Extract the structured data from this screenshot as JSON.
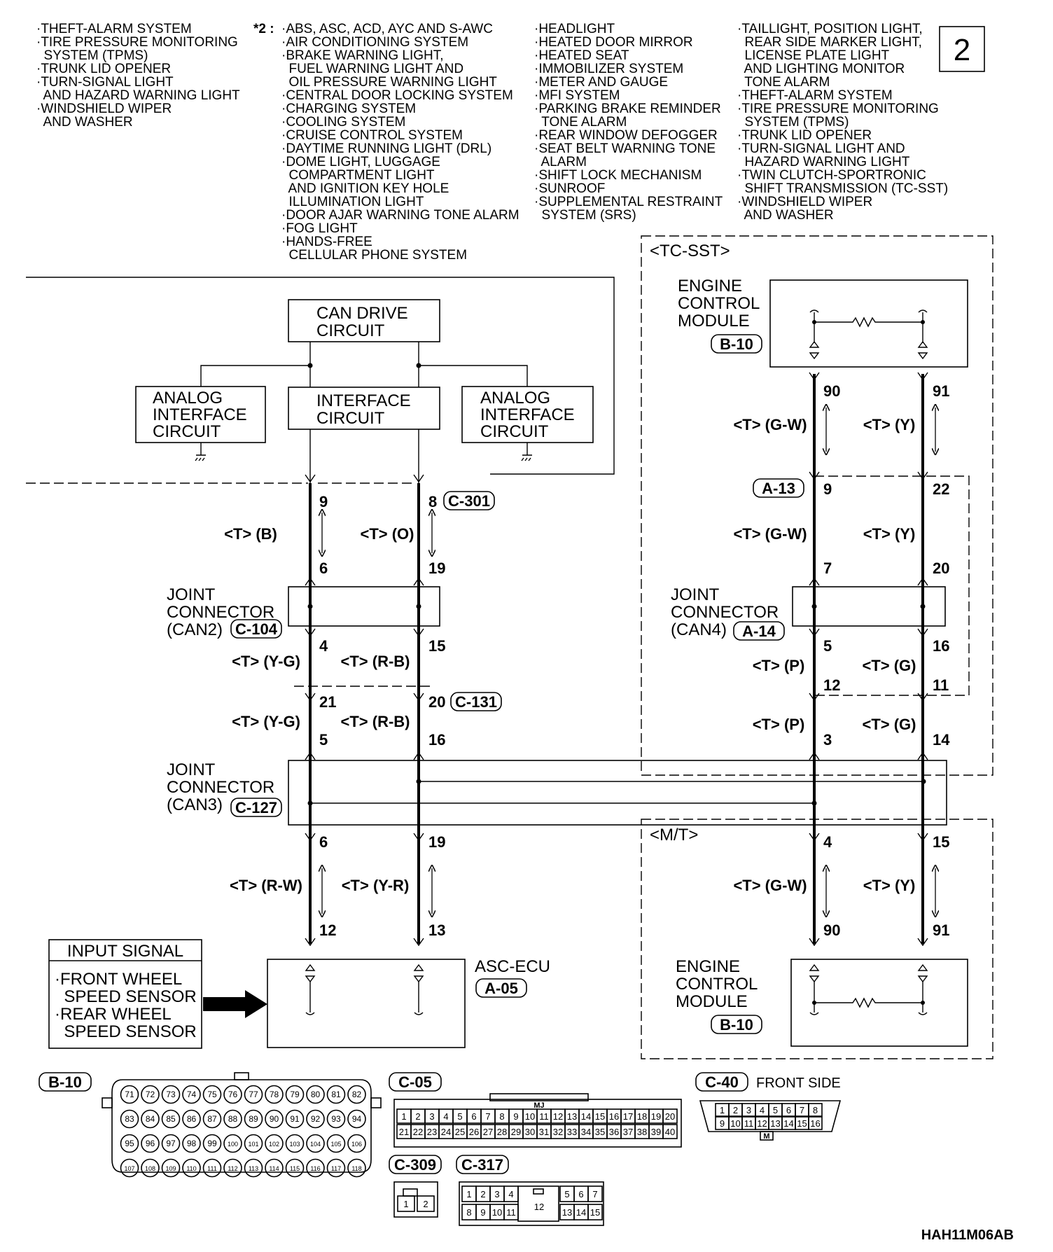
{
  "page_number": "2",
  "diagram_code": "HAH11M06AB",
  "system_lists": {
    "col1": [
      "·THEFT-ALARM SYSTEM",
      "·TIRE PRESSURE MONITORING",
      "  SYSTEM (TPMS)",
      "·TRUNK LID OPENER",
      "·TURN-SIGNAL LIGHT",
      "  AND HAZARD WARNING LIGHT",
      "·WINDSHIELD WIPER",
      "  AND WASHER"
    ],
    "col2_marker": "*2 :",
    "col2": [
      "·ABS, ASC, ACD, AYC AND S-AWC",
      "·AIR CONDITIONING SYSTEM",
      "·BRAKE WARNING LIGHT,",
      "  FUEL WARNING LIGHT AND",
      "  OIL PRESSURE WARNING LIGHT",
      "·CENTRAL DOOR LOCKING SYSTEM",
      "·CHARGING SYSTEM",
      "·COOLING SYSTEM",
      "·CRUISE CONTROL SYSTEM",
      "·DAYTIME RUNNING LIGHT (DRL)",
      "·DOME LIGHT, LUGGAGE",
      "  COMPARTMENT LIGHT",
      "  AND IGNITION KEY HOLE",
      "  ILLUMINATION LIGHT",
      "·DOOR AJAR WARNING TONE ALARM",
      "·FOG LIGHT",
      "·HANDS-FREE",
      "  CELLULAR PHONE SYSTEM"
    ],
    "col3": [
      "·HEADLIGHT",
      "·HEATED DOOR MIRROR",
      "·HEATED SEAT",
      "·IMMOBILIZER SYSTEM",
      "·METER AND GAUGE",
      "·MFI SYSTEM",
      "·PARKING BRAKE REMINDER",
      "  TONE ALARM",
      "·REAR WINDOW DEFOGGER",
      "·SEAT BELT WARNING TONE",
      "  ALARM",
      "·SHIFT LOCK MECHANISM",
      "·SUNROOF",
      "·SUPPLEMENTAL RESTRAINT",
      "  SYSTEM (SRS)"
    ],
    "col4": [
      "·TAILLIGHT, POSITION LIGHT,",
      "  REAR SIDE MARKER LIGHT,",
      "  LICENSE PLATE LIGHT",
      "  AND LIGHTING MONITOR",
      "  TONE ALARM",
      "·THEFT-ALARM SYSTEM",
      "·TIRE PRESSURE MONITORING",
      "  SYSTEM (TPMS)",
      "·TRUNK LID OPENER",
      "·TURN-SIGNAL LIGHT AND",
      "  HAZARD WARNING LIGHT",
      "·TWIN CLUTCH-SPORTRONIC",
      "  SHIFT TRANSMISSION (TC-SST)",
      "·WINDSHIELD WIPER",
      "  AND WASHER"
    ]
  },
  "blocks": {
    "can_drive": [
      "CAN DRIVE",
      "CIRCUIT"
    ],
    "interface": [
      "INTERFACE",
      "CIRCUIT"
    ],
    "analog_left": [
      "ANALOG",
      "INTERFACE",
      "CIRCUIT"
    ],
    "analog_right": [
      "ANALOG",
      "INTERFACE",
      "CIRCUIT"
    ],
    "tcsst_label": "<TC-SST>",
    "mt_label": "<M/T>",
    "ecm_top": [
      "ENGINE",
      "CONTROL",
      "MODULE"
    ],
    "ecm_top_conn": "B-10",
    "ecm_bottom": [
      "ENGINE",
      "CONTROL",
      "MODULE"
    ],
    "ecm_bottom_conn": "B-10",
    "jc_can2": [
      "JOINT",
      "CONNECTOR",
      "(CAN2)"
    ],
    "jc_can2_conn": "C-104",
    "jc_can3": [
      "JOINT",
      "CONNECTOR",
      "(CAN3)"
    ],
    "jc_can3_conn": "C-127",
    "jc_can4": [
      "JOINT",
      "CONNECTOR",
      "(CAN4)"
    ],
    "jc_can4_conn": "A-14",
    "asc_ecu": "ASC-ECU",
    "asc_ecu_conn": "A-05",
    "input_signal_title": "INPUT SIGNAL",
    "input_signal_items": [
      "·FRONT WHEEL",
      "  SPEED SENSOR",
      "·REAR WHEEL",
      "  SPEED SENSOR"
    ]
  },
  "connectors": {
    "c301": "C-301",
    "c131": "C-131",
    "a13": "A-13"
  },
  "wires_left": {
    "seg1_a": "<T> (B)",
    "seg1_b": "<T> (O)",
    "seg2_a": "<T> (Y-G)",
    "seg2_b": "<T> (R-B)",
    "seg3_a": "<T> (Y-G)",
    "seg3_b": "<T> (R-B)",
    "seg4_a": "<T> (R-W)",
    "seg4_b": "<T> (Y-R)"
  },
  "wires_right": {
    "seg1_a": "<T> (G-W)",
    "seg1_b": "<T> (Y)",
    "seg2_a": "<T> (G-W)",
    "seg2_b": "<T> (Y)",
    "seg3_a": "<T> (P)",
    "seg3_b": "<T> (G)",
    "seg4_a": "<T> (P)",
    "seg4_b": "<T> (G)",
    "seg5_a": "<T> (G-W)",
    "seg5_b": "<T> (Y)"
  },
  "pins_left": {
    "a1": "9",
    "b1": "8",
    "a2": "6",
    "b2": "19",
    "a3": "4",
    "b3": "15",
    "a4": "21",
    "b4": "20",
    "a5": "5",
    "b5": "16",
    "a6": "6",
    "b6": "19",
    "a7": "12",
    "b7": "13"
  },
  "pins_right": {
    "a1": "90",
    "b1": "91",
    "a2": "9",
    "b2": "22",
    "a3": "7",
    "b3": "20",
    "a4": "5",
    "b4": "16",
    "a5": "12",
    "b5": "11",
    "a6": "3",
    "b6": "14",
    "a7": "4",
    "b7": "15",
    "a8": "90",
    "b8": "91"
  },
  "connector_views": {
    "b10_label": "B-10",
    "b10_rows": [
      [
        "71",
        "72",
        "73",
        "74",
        "75",
        "76",
        "77",
        "78",
        "79",
        "80",
        "81",
        "82"
      ],
      [
        "83",
        "84",
        "85",
        "86",
        "87",
        "88",
        "89",
        "90",
        "91",
        "92",
        "93",
        "94"
      ],
      [
        "95",
        "96",
        "97",
        "98",
        "99",
        "100",
        "101",
        "102",
        "103",
        "104",
        "105",
        "106"
      ],
      [
        "107",
        "108",
        "109",
        "110",
        "111",
        "112",
        "113",
        "114",
        "115",
        "116",
        "117",
        "118"
      ]
    ],
    "c05_label": "C-05",
    "c05_mark": "MJ",
    "c05_row1": [
      "1",
      "2",
      "3",
      "4",
      "5",
      "6",
      "7",
      "8",
      "9",
      "10",
      "11",
      "12",
      "13",
      "14",
      "15",
      "16",
      "17",
      "18",
      "19",
      "20"
    ],
    "c05_row2": [
      "21",
      "22",
      "23",
      "24",
      "25",
      "26",
      "27",
      "28",
      "29",
      "30",
      "31",
      "32",
      "33",
      "34",
      "35",
      "36",
      "37",
      "38",
      "39",
      "40"
    ],
    "c40_label": "C-40",
    "c40_note": "FRONT SIDE",
    "c40_mark": "M",
    "c40_row1": [
      "1",
      "2",
      "3",
      "4",
      "5",
      "6",
      "7",
      "8"
    ],
    "c40_row2": [
      "9",
      "10",
      "11",
      "12",
      "13",
      "14",
      "15",
      "16"
    ],
    "c309_label": "C-309",
    "c309_pins": [
      "1",
      "2"
    ],
    "c317_label": "C-317",
    "c317_row1_left": [
      "1",
      "2",
      "3",
      "4"
    ],
    "c317_row1_right": [
      "5",
      "6",
      "7"
    ],
    "c317_row2_left": [
      "8",
      "9",
      "10",
      "11"
    ],
    "c317_row2_right": [
      "13",
      "14",
      "15"
    ],
    "c317_center": "12"
  }
}
